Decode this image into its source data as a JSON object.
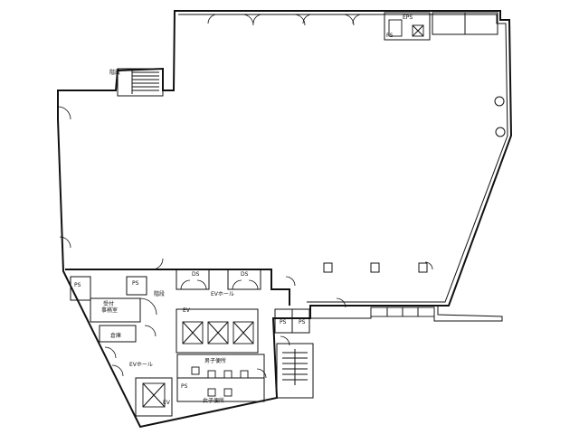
{
  "plan": {
    "labels": {
      "stair_top": "階段",
      "ps_top": "PS",
      "eps_top": "EPS",
      "shaft_left": "PS",
      "ps_small": "PS",
      "reception_title": "受付",
      "reception_sub": "事務室",
      "storage": "倉庫",
      "stair_left": "階段",
      "elevator_hall": "EVホール",
      "elevator_hall_left": "EVホール",
      "shaft_a": "DS",
      "shaft_b": "DS",
      "hall_right": "EV",
      "mens_wc": "男子便所",
      "womens_wc": "女子便所",
      "wc_left": "PS",
      "ps_mid": "PS",
      "ps_right": "PS",
      "ev_car": "EV"
    }
  }
}
